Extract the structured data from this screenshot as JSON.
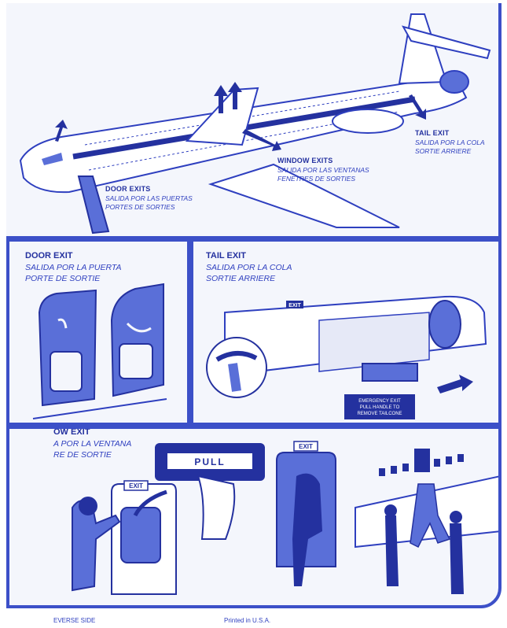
{
  "top_diagram": {
    "door_exits": {
      "title": "DOOR EXITS",
      "line1": "SALIDA POR LAS PUERTAS",
      "line2": "PORTES DE SORTIES"
    },
    "window_exits": {
      "title": "WINDOW EXITS",
      "line1": "SALIDA POR LAS VENTANAS",
      "line2": "FENETRES DE SORTIES"
    },
    "tail_exit": {
      "title": "TAIL EXIT",
      "line1": "SALIDA POR LA COLA",
      "line2": "SORTIE ARRIERE"
    }
  },
  "door_panel": {
    "title": "DOOR EXIT",
    "line1": "SALIDA POR LA PUERTA",
    "line2": "PORTE DE SORTIE"
  },
  "tail_panel": {
    "title": "TAIL EXIT",
    "line1": "SALIDA POR LA COLA",
    "line2": "SORTIE ARRIERE",
    "sign_exit": "EXIT",
    "placard": [
      "EMERGENCY EXIT",
      "PULL HANDLE TO",
      "REMOVE TAILCONE"
    ]
  },
  "window_panel": {
    "title": "OW EXIT",
    "line1": "A POR LA VENTANA",
    "line2": "RE DE SORTIE",
    "pull_label": "PULL",
    "exit_sign_1": "EXIT",
    "exit_sign_2": "EXIT"
  },
  "footer": {
    "left": "EVERSE SIDE",
    "center": "Printed in U.S.A."
  },
  "colors": {
    "ink": "#2e3fbf",
    "ink_dark": "#24319f",
    "fill": "#5a6fd8",
    "paper": "#f4f6fc"
  }
}
